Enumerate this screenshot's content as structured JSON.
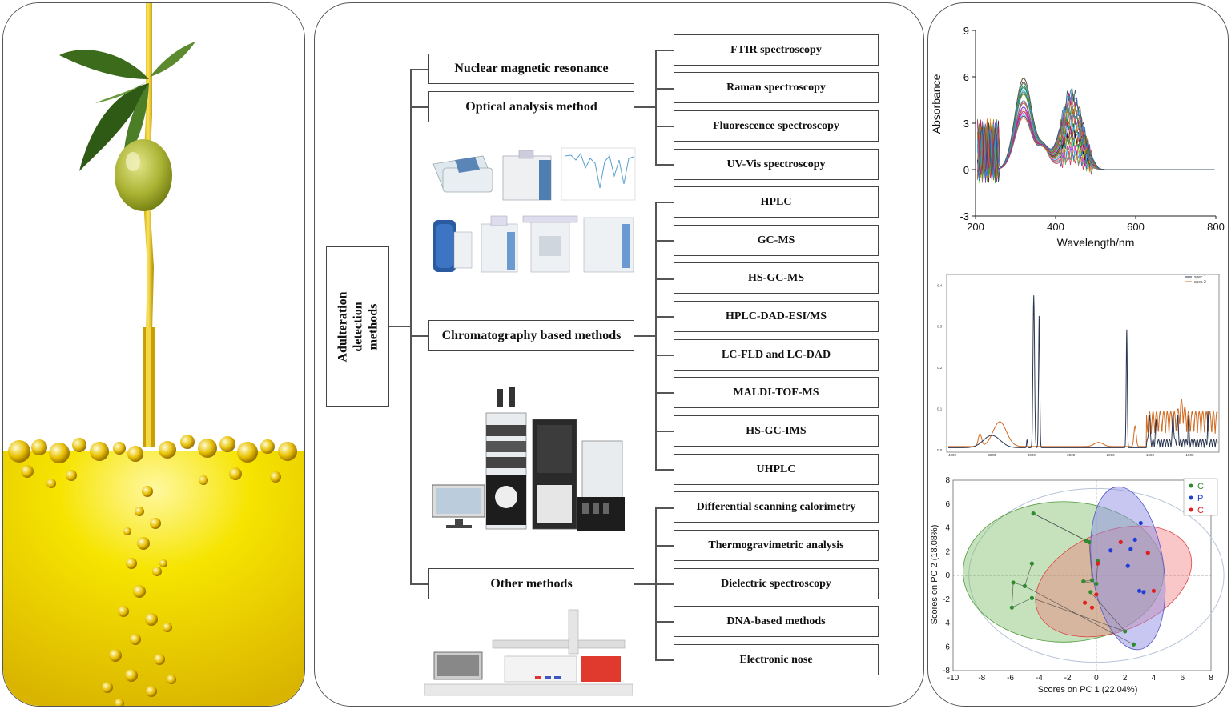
{
  "center": {
    "root_label": "Adulteration detection methods",
    "categories": [
      "Nuclear magnetic resonance",
      "Optical analysis method",
      "Chromatography based methods",
      "Other methods"
    ],
    "methods": [
      "FTIR spectroscopy",
      "Raman spectroscopy",
      "Fluorescence spectroscopy",
      "UV-Vis spectroscopy",
      "HPLC",
      "GC-MS",
      "HS-GC-MS",
      "HPLC-DAD-ESI/MS",
      "LC-FLD and LC-DAD",
      "MALDI-TOF-MS",
      "HS-GC-IMS",
      "UHPLC",
      "Differential scanning calorimetry",
      "Thermogravimetric analysis",
      "Dielectric spectroscopy",
      "DNA-based methods",
      "Electronic nose"
    ]
  },
  "chart_data": [
    {
      "type": "line",
      "xlabel": "Wavelength/nm",
      "ylabel": "Absorbance",
      "xlim": [
        200,
        800
      ],
      "ylim": [
        -3,
        9
      ],
      "xticks": [
        "200",
        "400",
        "600",
        "800"
      ],
      "yticks": [
        "-3",
        "0",
        "3",
        "6",
        "9"
      ],
      "description_series": "many overlapping UV-Vis absorbance curves",
      "approx_peaks": [
        {
          "x": 320,
          "y": 6.5
        },
        {
          "x": 440,
          "y": 5.0
        }
      ]
    },
    {
      "type": "line",
      "legend": [
        "spec 1",
        "spec 2"
      ],
      "series_colors": [
        "#2b3650",
        "#d2691e"
      ],
      "approx_peaks_spec1": [
        {
          "x": 2920,
          "y": 0.38
        },
        {
          "x": 2850,
          "y": 0.34
        },
        {
          "x": 1745,
          "y": 0.29
        }
      ]
    },
    {
      "type": "scatter",
      "xlabel": "Scores on PC 1 (22.04%)",
      "ylabel": "Scores on PC 2 (18.08%)",
      "xlim": [
        -10,
        8
      ],
      "ylim": [
        -8,
        8
      ],
      "xticks": [
        "-10",
        "-8",
        "-6",
        "-4",
        "-2",
        "0",
        "2",
        "4",
        "6",
        "8"
      ],
      "yticks": [
        "-8",
        "-6",
        "-4",
        "-2",
        "0",
        "2",
        "4",
        "6",
        "8"
      ],
      "legend": [
        "C",
        "P",
        "C"
      ],
      "series": [
        {
          "name": "C",
          "color": "#2e8b2e",
          "points": [
            [
              -4.4,
              5.2
            ],
            [
              -0.7,
              2.9
            ],
            [
              -0.5,
              2.8
            ],
            [
              -5.8,
              -0.6
            ],
            [
              -5.0,
              -0.9
            ],
            [
              -4.5,
              1.0
            ],
            [
              -4.5,
              -1.9
            ],
            [
              -5.9,
              -2.7
            ],
            [
              -0.3,
              -0.4
            ],
            [
              -0.9,
              -0.5
            ],
            [
              0.0,
              -0.7
            ],
            [
              0.1,
              1.2
            ],
            [
              2.0,
              -4.7
            ],
            [
              2.6,
              -5.8
            ],
            [
              -0.4,
              -1.4
            ]
          ]
        },
        {
          "name": "P",
          "color": "#1f3fd6",
          "points": [
            [
              3.1,
              4.4
            ],
            [
              2.7,
              3.0
            ],
            [
              1.0,
              2.1
            ],
            [
              2.4,
              2.2
            ],
            [
              2.2,
              0.8
            ],
            [
              3.0,
              -1.3
            ],
            [
              3.3,
              -1.4
            ]
          ]
        },
        {
          "name": "C",
          "color": "#e02020",
          "points": [
            [
              1.7,
              2.8
            ],
            [
              3.6,
              1.9
            ],
            [
              0.1,
              1.0
            ],
            [
              4.0,
              -1.3
            ],
            [
              0.0,
              -1.6
            ],
            [
              -0.8,
              -2.3
            ],
            [
              -0.3,
              -2.7
            ]
          ]
        }
      ]
    }
  ]
}
